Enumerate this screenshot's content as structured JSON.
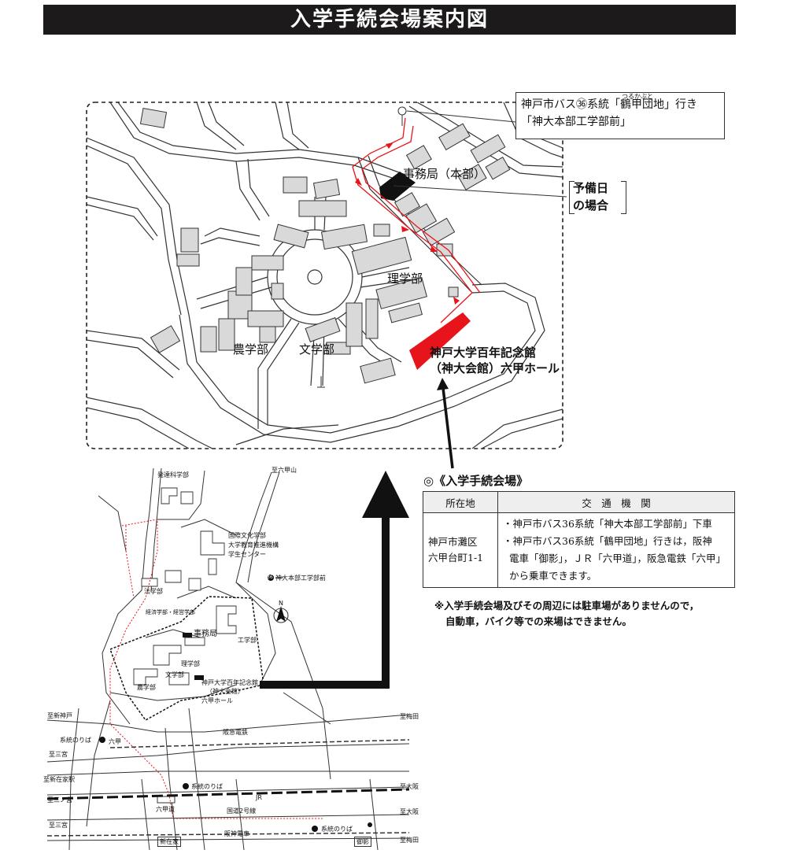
{
  "title": "入学手続会場案内図",
  "campus_map": {
    "bus_note_line1": "神戸市バス㊱系統「鶴甲団地」行き",
    "bus_note_ruby": "つるかぶと",
    "bus_note_line2": "「神大本部工学部前」",
    "office_label": "事務局（本部）",
    "reserve_line1": "予備日",
    "reserve_line2": "の場合",
    "faculty_science": "理学部",
    "faculty_agri": "農学部",
    "faculty_letters": "文学部",
    "venue_line1": "神戸大学百年記念館",
    "venue_line2": "（神大会館）六甲ホール"
  },
  "venue_section": {
    "heading": "◎《入学手続会場》",
    "col_location": "所在地",
    "col_access": "交　通　機　関",
    "address_line1": "神戸市灘区",
    "address_line2": "六甲台町1-1",
    "access_line1": "・神戸市バス36系統「神大本部工学部前」下車",
    "access_line2": "・神戸市バス36系統「鶴甲団地」行きは，阪神",
    "access_line3": "電車「御影」，ＪＲ「六甲道」，阪急電鉄「六甲」",
    "access_line4": "から乗車できます。",
    "warning_line1": "※入学手続会場及びその周辺には駐車場がありませんので，",
    "warning_line2": "自動車，バイク等での来場はできません。"
  },
  "area_map": {
    "to_rokkosan": "至六甲山",
    "dev_sci": "発達科学部",
    "intl_culture_1": "国際文化学部",
    "intl_culture_2": "大学教育推進機構",
    "intl_culture_3": "学生センター",
    "bus_stop_eng": "神大本部工学部前",
    "bus_stop_num": "36",
    "law": "法学部",
    "econ": "経済学部・経営学部",
    "office": "事務局",
    "engineering": "工学部",
    "agri": "農学部",
    "letters": "文学部",
    "science": "理学部",
    "venue1": "神戸大学百年記念館",
    "venue2": "（神大会館）",
    "venue3": "六甲ホール",
    "to_shinkobe": "至新神戸",
    "to_umeda1": "至梅田",
    "bus_board1": "系統のりば",
    "rokko": "六甲",
    "hankyu": "阪急電鉄",
    "to_sannomiya1": "至三宮",
    "to_shinzaike": "至新在家駅",
    "bus_board2": "系統のりば",
    "to_osaka1": "至大阪",
    "to_sannomiya2": "至三ノ宮",
    "jr": "JR",
    "rokkomichi": "六甲道",
    "route2": "国道2号線",
    "to_osaka2": "至大阪",
    "to_sannomiya3": "至三宮",
    "hanshin": "阪神電車",
    "bus_board3": "系統のりば",
    "to_umeda2": "至梅田",
    "shinzaike": "新在家",
    "mikage": "御影",
    "north": "N"
  }
}
